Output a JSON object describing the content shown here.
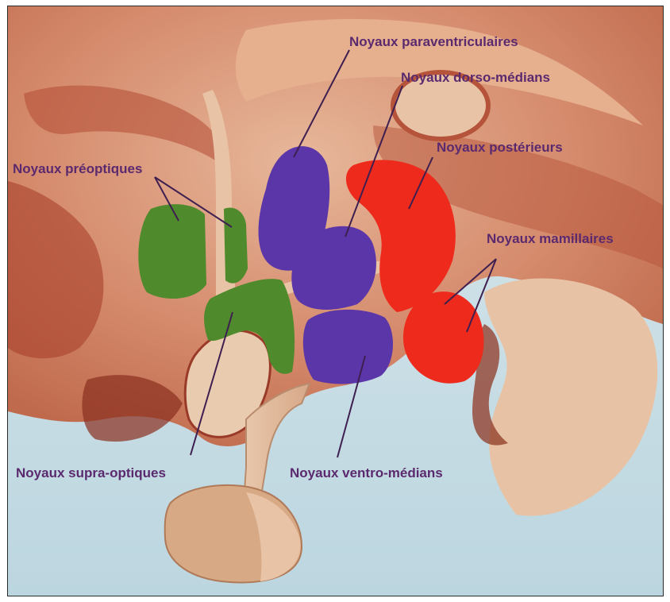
{
  "labels": {
    "paraventricular": "Noyaux paraventriculaires",
    "dorsomedial": "Noyaux dorso-médians",
    "posterior": "Noyaux postérieurs",
    "preoptic": "Noyaux préoptiques",
    "mamillary": "Noyaux mamillaires",
    "supraoptic": "Noyaux supra-optiques",
    "ventromedial": "Noyaux ventro-médians"
  },
  "colors": {
    "background": "#cfe3ea",
    "tissue": "#d9967a",
    "tissue_dark": "#b5503a",
    "tissue_light": "#e9c3a6",
    "green_nuclei": "#4f8a2c",
    "purple_nuclei": "#5a36a8",
    "red_nuclei": "#ee2a1c",
    "label_text": "#5b2a6e"
  }
}
